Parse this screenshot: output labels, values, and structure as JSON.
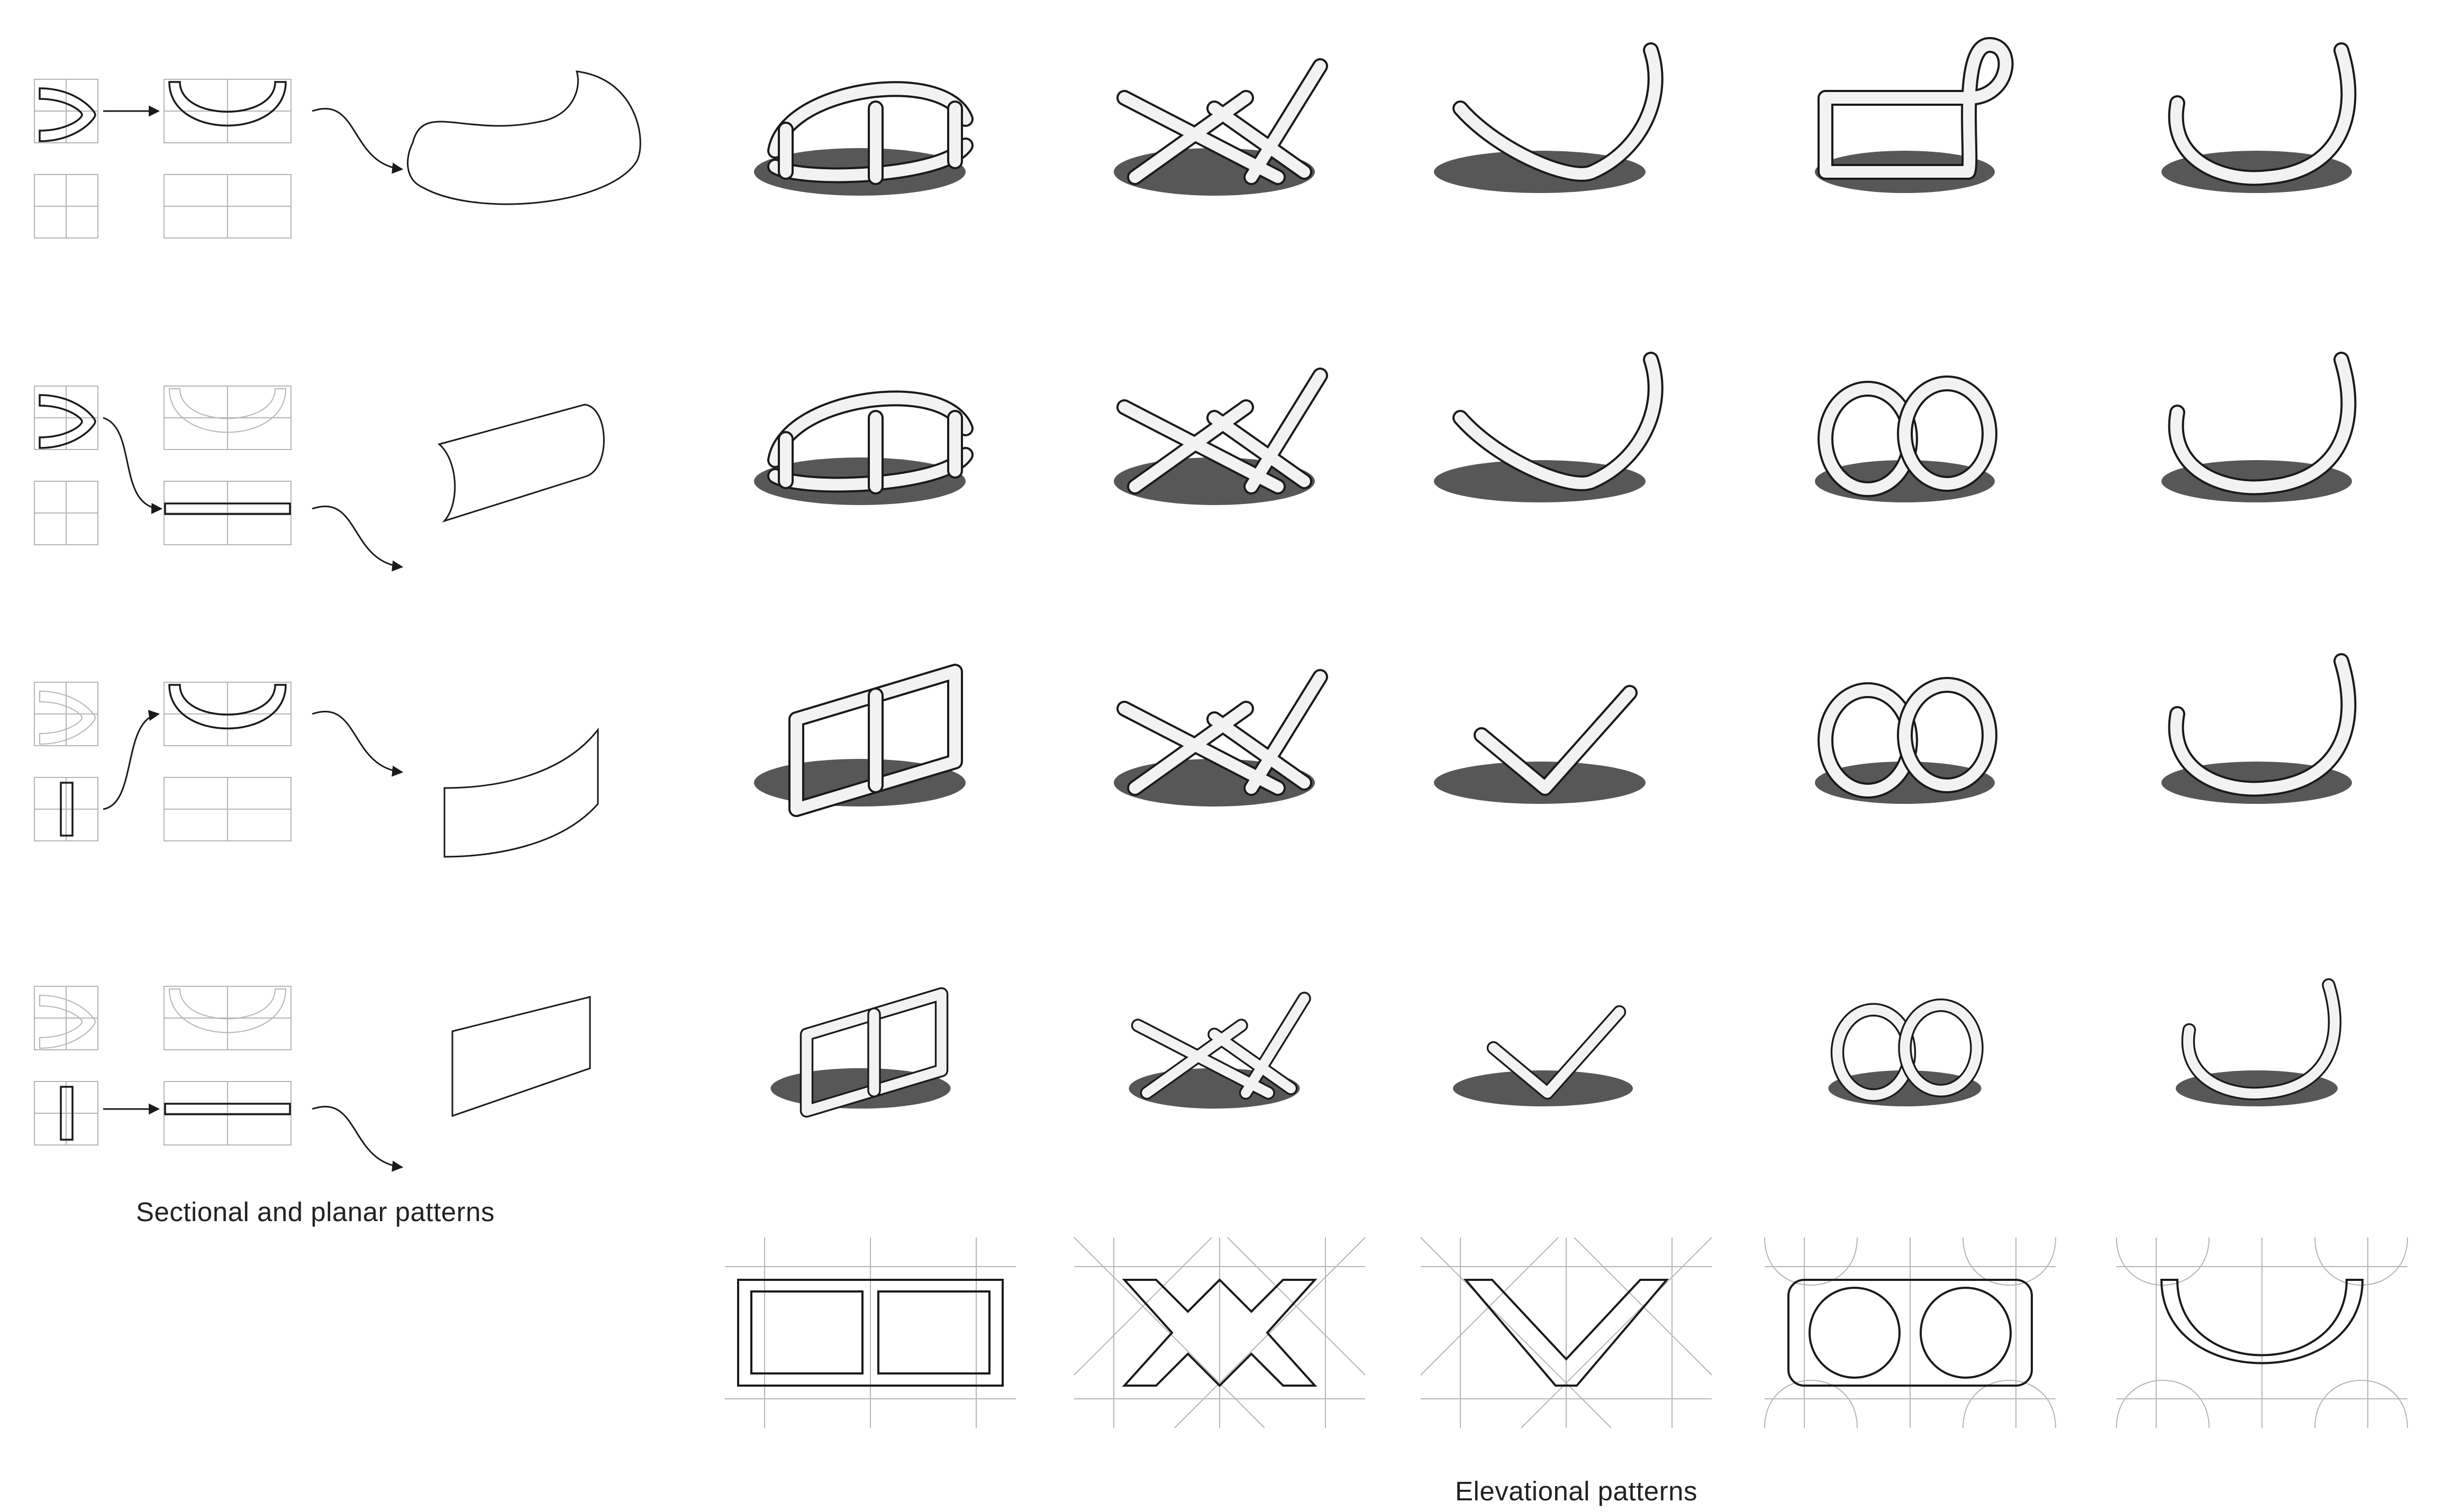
{
  "captions": {
    "sectional_planar": "Sectional and planar patterns",
    "elevational": "Elevational patterns"
  },
  "rows": [
    {
      "id": "row-1",
      "section": "arc",
      "profile": "arc",
      "surface": "double-curved-surface"
    },
    {
      "id": "row-2",
      "section": "arc",
      "profile": "straight",
      "surface": "cylindrical-surface"
    },
    {
      "id": "row-3",
      "section": "straight",
      "profile": "arc",
      "surface": "curved-wall-surface"
    },
    {
      "id": "row-4",
      "section": "straight",
      "profile": "straight",
      "surface": "planar-surface"
    }
  ],
  "patterns": [
    {
      "id": "double-square",
      "shape": "two squares"
    },
    {
      "id": "double-x",
      "shape": "double cross"
    },
    {
      "id": "v",
      "shape": "V"
    },
    {
      "id": "double-circle",
      "shape": "two circles"
    },
    {
      "id": "u",
      "shape": "U"
    }
  ],
  "colors": {
    "line": "#1a1a1a",
    "light_line": "#b5b5b5",
    "shadow": "#3a3a3a",
    "solid_fill": "#f2f2f2"
  }
}
